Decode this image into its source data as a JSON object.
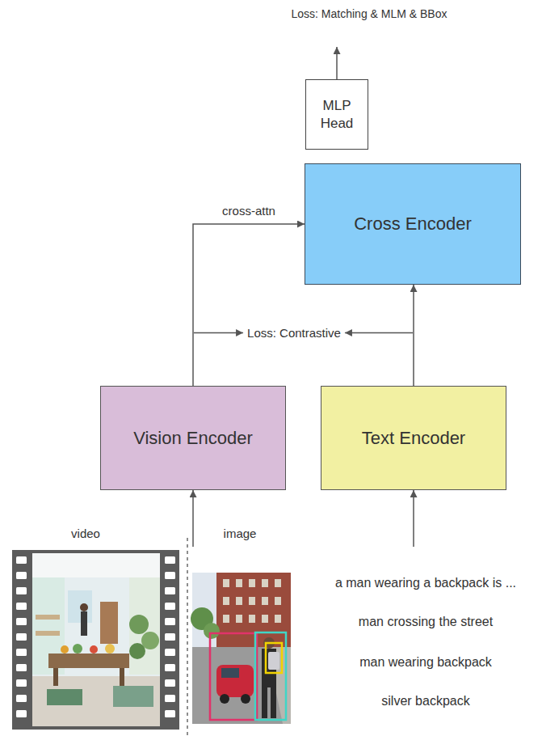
{
  "diagram": {
    "nodes": [
      {
        "text": [
          "MLP Head"
        ]
      },
      {
        "text": [
          "Cross Encoder"
        ]
      },
      {
        "text": [
          "Vision Encoder"
        ]
      },
      {
        "text": [
          "Text Encoder"
        ]
      }
    ],
    "edges": [
      {
        "from": 2,
        "to": 1,
        "arrow": "to",
        "label": "cross-attn"
      },
      {
        "from": 3,
        "to": 1,
        "arrow": "to"
      }
    ],
    "labels": [
      "Loss: Matching & MLM & BBox",
      "Loss: Contrastive",
      "video",
      "image",
      "a man wearing a backpack is ...",
      "man crossing the street",
      "man wearing backpack",
      "silver backpack"
    ]
  }
}
